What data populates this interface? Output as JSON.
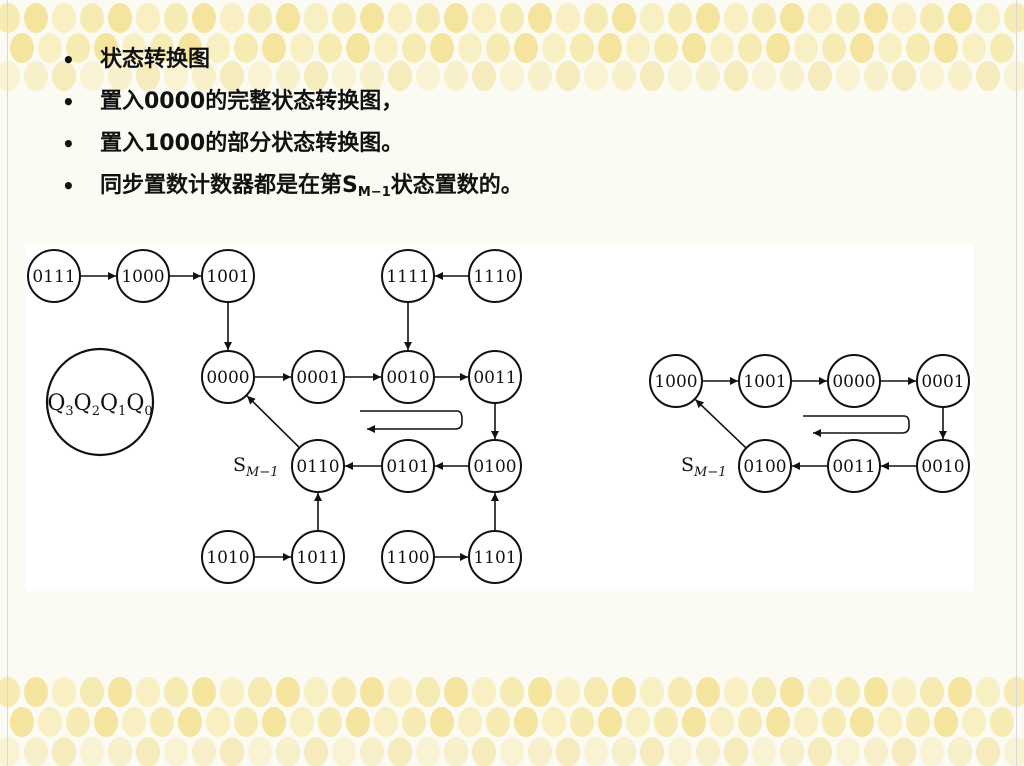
{
  "bullets": [
    {
      "text": "状态转换图"
    },
    {
      "text": "置入0000的完整状态转换图，"
    },
    {
      "text": "置入1000的部分状态转换图。"
    },
    {
      "pre": "同步置数计数器都是在第S",
      "sub": "M−1",
      "post": "状态置数的。"
    }
  ],
  "legend": {
    "q": "Q",
    "subs": [
      "3",
      "2",
      "1",
      "0"
    ]
  },
  "diagram_left": {
    "states": {
      "s0111": "0111",
      "s1000": "1000",
      "s1001": "1001",
      "s1111": "1111",
      "s1110": "1110",
      "s0000": "0000",
      "s0001": "0001",
      "s0010": "0010",
      "s0011": "0011",
      "s0110": "0110",
      "s0101": "0101",
      "s0100": "0100",
      "s1010": "1010",
      "s1011": "1011",
      "s1100": "1100",
      "s1101": "1101"
    },
    "sm1_label": {
      "s": "S",
      "sub": "M−1"
    }
  },
  "diagram_right": {
    "states": {
      "r1000": "1000",
      "r1001": "1001",
      "r0000": "0000",
      "r0001": "0001",
      "r0100": "0100",
      "r0011": "0011",
      "r0010": "0010"
    },
    "sm1_label": {
      "s": "S",
      "sub": "M−1"
    }
  }
}
